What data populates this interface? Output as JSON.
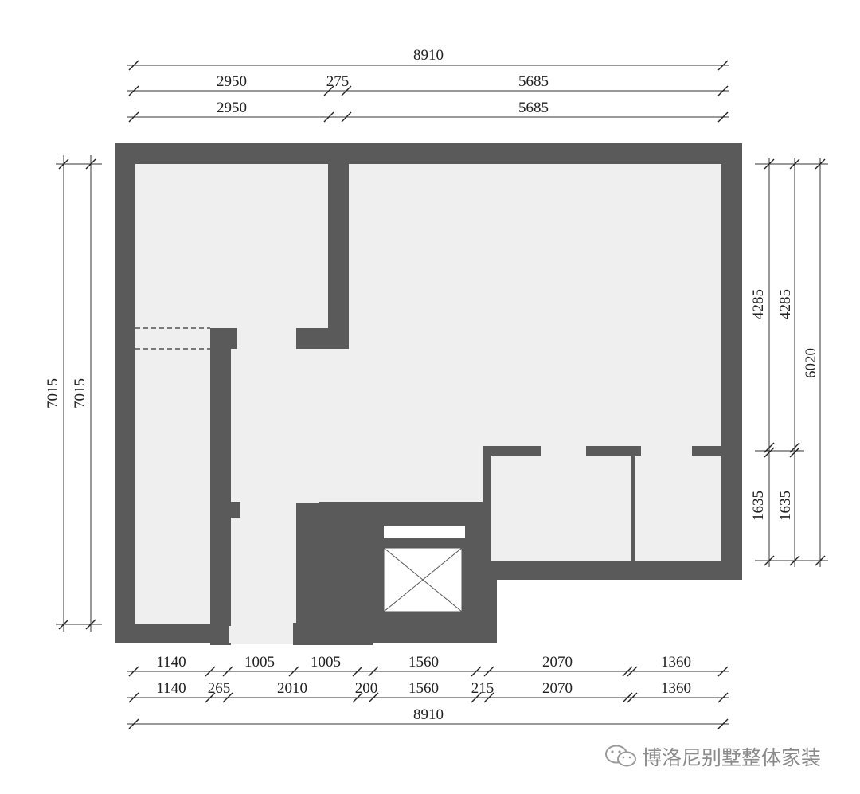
{
  "dimensions": {
    "top": {
      "total": "8910",
      "row2": [
        "2950",
        "275",
        "5685"
      ],
      "row3": [
        "2950",
        "5685"
      ]
    },
    "bottom": {
      "row1": [
        "1140",
        "1005",
        "1005",
        "1560",
        "2070",
        "1360"
      ],
      "row2": [
        "1140",
        "265",
        "2010",
        "200",
        "1560",
        "215",
        "2070",
        "1360"
      ],
      "total": "8910"
    },
    "left": [
      "7015",
      "7015"
    ],
    "right": {
      "upper": [
        "4285",
        "4285"
      ],
      "lower": [
        "1635",
        "1635"
      ],
      "total": "6020"
    }
  },
  "watermark": {
    "text": "博洛尼别墅整体家装",
    "icon": "wechat-icon"
  }
}
